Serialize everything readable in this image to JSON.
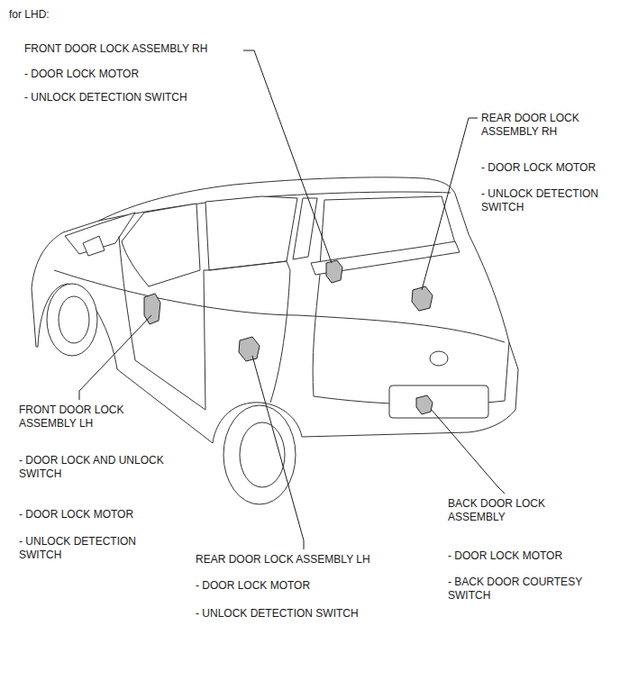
{
  "diagram": {
    "title": "for LHD:",
    "labels": [
      "FRONT DOOR LOCK ASSEMBLY RH",
      "- DOOR LOCK MOTOR",
      "- UNLOCK DETECTION SWITCH",
      "REAR DOOR LOCK ASSEMBLY RH",
      "- DOOR LOCK MOTOR",
      "- UNLOCK DETECTION SWITCH",
      "FRONT DOOR LOCK ASSEMBLY LH",
      "- DOOR LOCK AND UNLOCK SWITCH",
      "- DOOR LOCK MOTOR",
      "- UNLOCK DETECTION SWITCH",
      "REAR DOOR LOCK ASSEMBLY LH",
      "- DOOR LOCK MOTOR",
      "- UNLOCK DETECTION SWITCH",
      "BACK DOOR LOCK ASSEMBLY",
      "- DOOR LOCK MOTOR",
      "- BACK DOOR COURTESY SWITCH"
    ]
  }
}
